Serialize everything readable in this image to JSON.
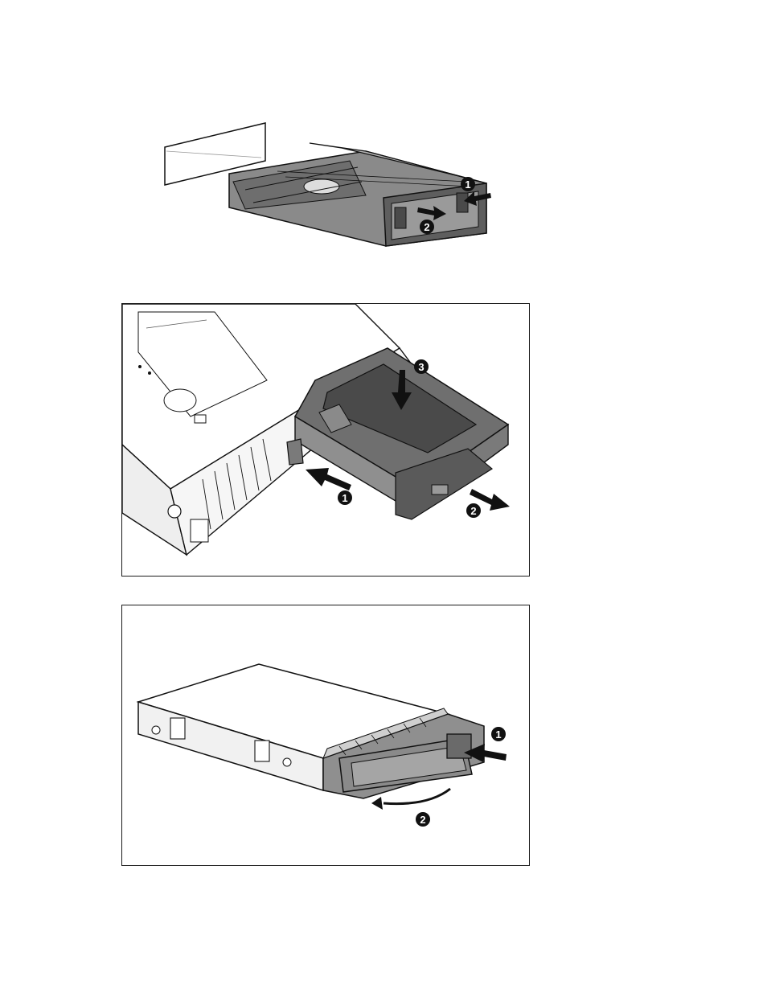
{
  "figures": [
    {
      "id": "fig1",
      "callouts": [
        {
          "label": "1"
        },
        {
          "label": "2"
        }
      ],
      "colors": {
        "part": "#8a8a8a",
        "part_dark": "#5e5e5e",
        "line": "#111111"
      }
    },
    {
      "id": "fig2",
      "callouts": [
        {
          "label": "3"
        },
        {
          "label": "1"
        },
        {
          "label": "2"
        }
      ],
      "colors": {
        "part": "#6f6f6f",
        "part_dark": "#4a4a4a",
        "line": "#111111"
      }
    },
    {
      "id": "fig3",
      "callouts": [
        {
          "label": "1"
        },
        {
          "label": "2"
        }
      ],
      "colors": {
        "part": "#8f8f8f",
        "part_dark": "#6a6a6a",
        "line": "#111111"
      }
    }
  ]
}
